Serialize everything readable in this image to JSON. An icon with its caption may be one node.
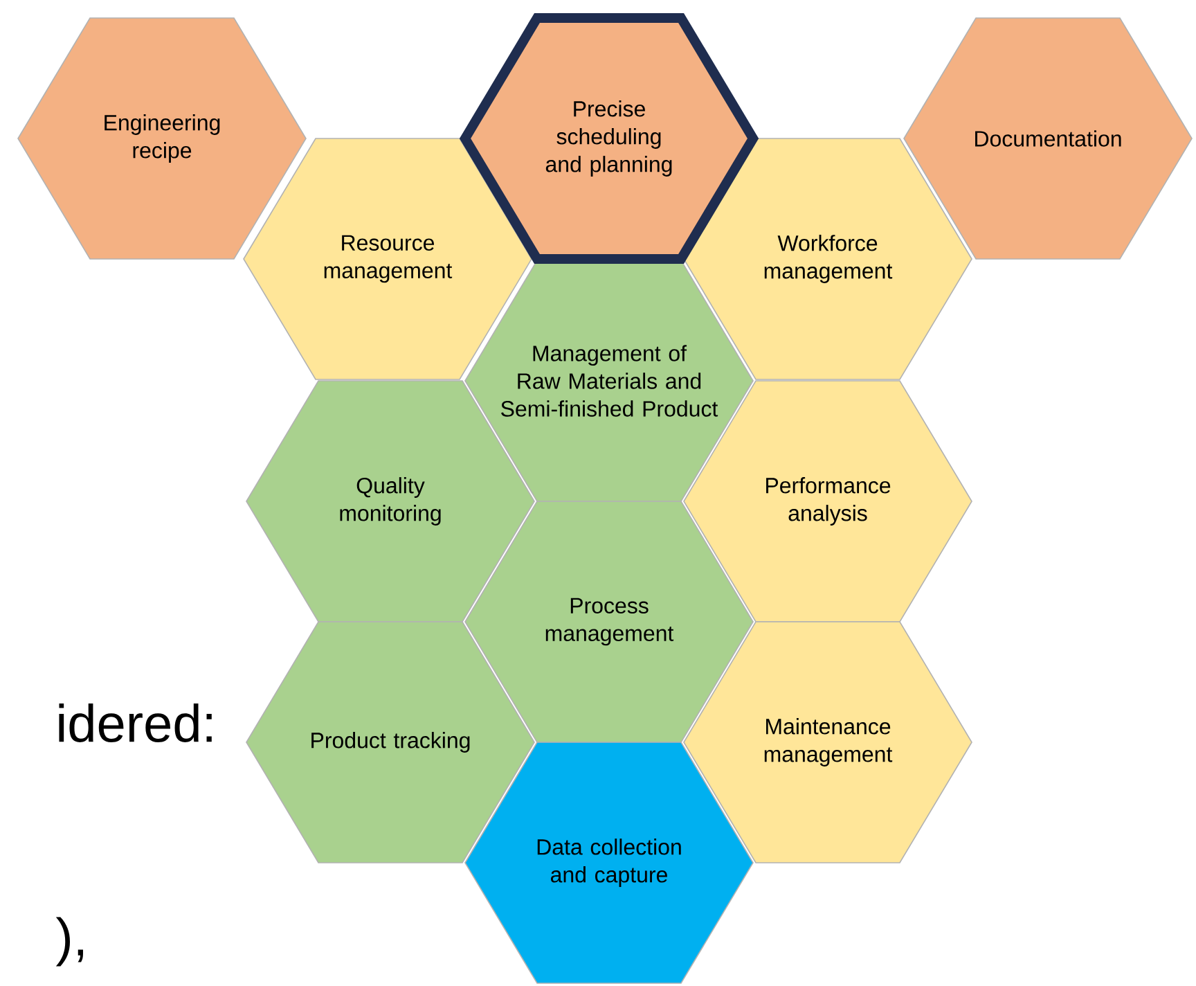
{
  "diagram": {
    "nodes": [
      {
        "text": [
          "Engineering recipe"
        ]
      },
      {
        "text": [
          "Precise scheduling and planning"
        ]
      },
      {
        "text": [
          "Documentation"
        ]
      },
      {
        "text": [
          "Resource management"
        ]
      },
      {
        "text": [
          "Workforce management"
        ]
      },
      {
        "text": [
          "Management of Raw Materials and Semi-finished Product"
        ]
      },
      {
        "text": [
          "Quality monitoring"
        ]
      },
      {
        "text": [
          "Performance analysis"
        ]
      },
      {
        "text": [
          "Process management"
        ]
      },
      {
        "text": [
          "Product tracking"
        ]
      },
      {
        "text": [
          "Maintenance management"
        ]
      },
      {
        "text": [
          "Data collection and capture"
        ]
      }
    ],
    "labels": [
      "idered:",
      "),"
    ]
  }
}
